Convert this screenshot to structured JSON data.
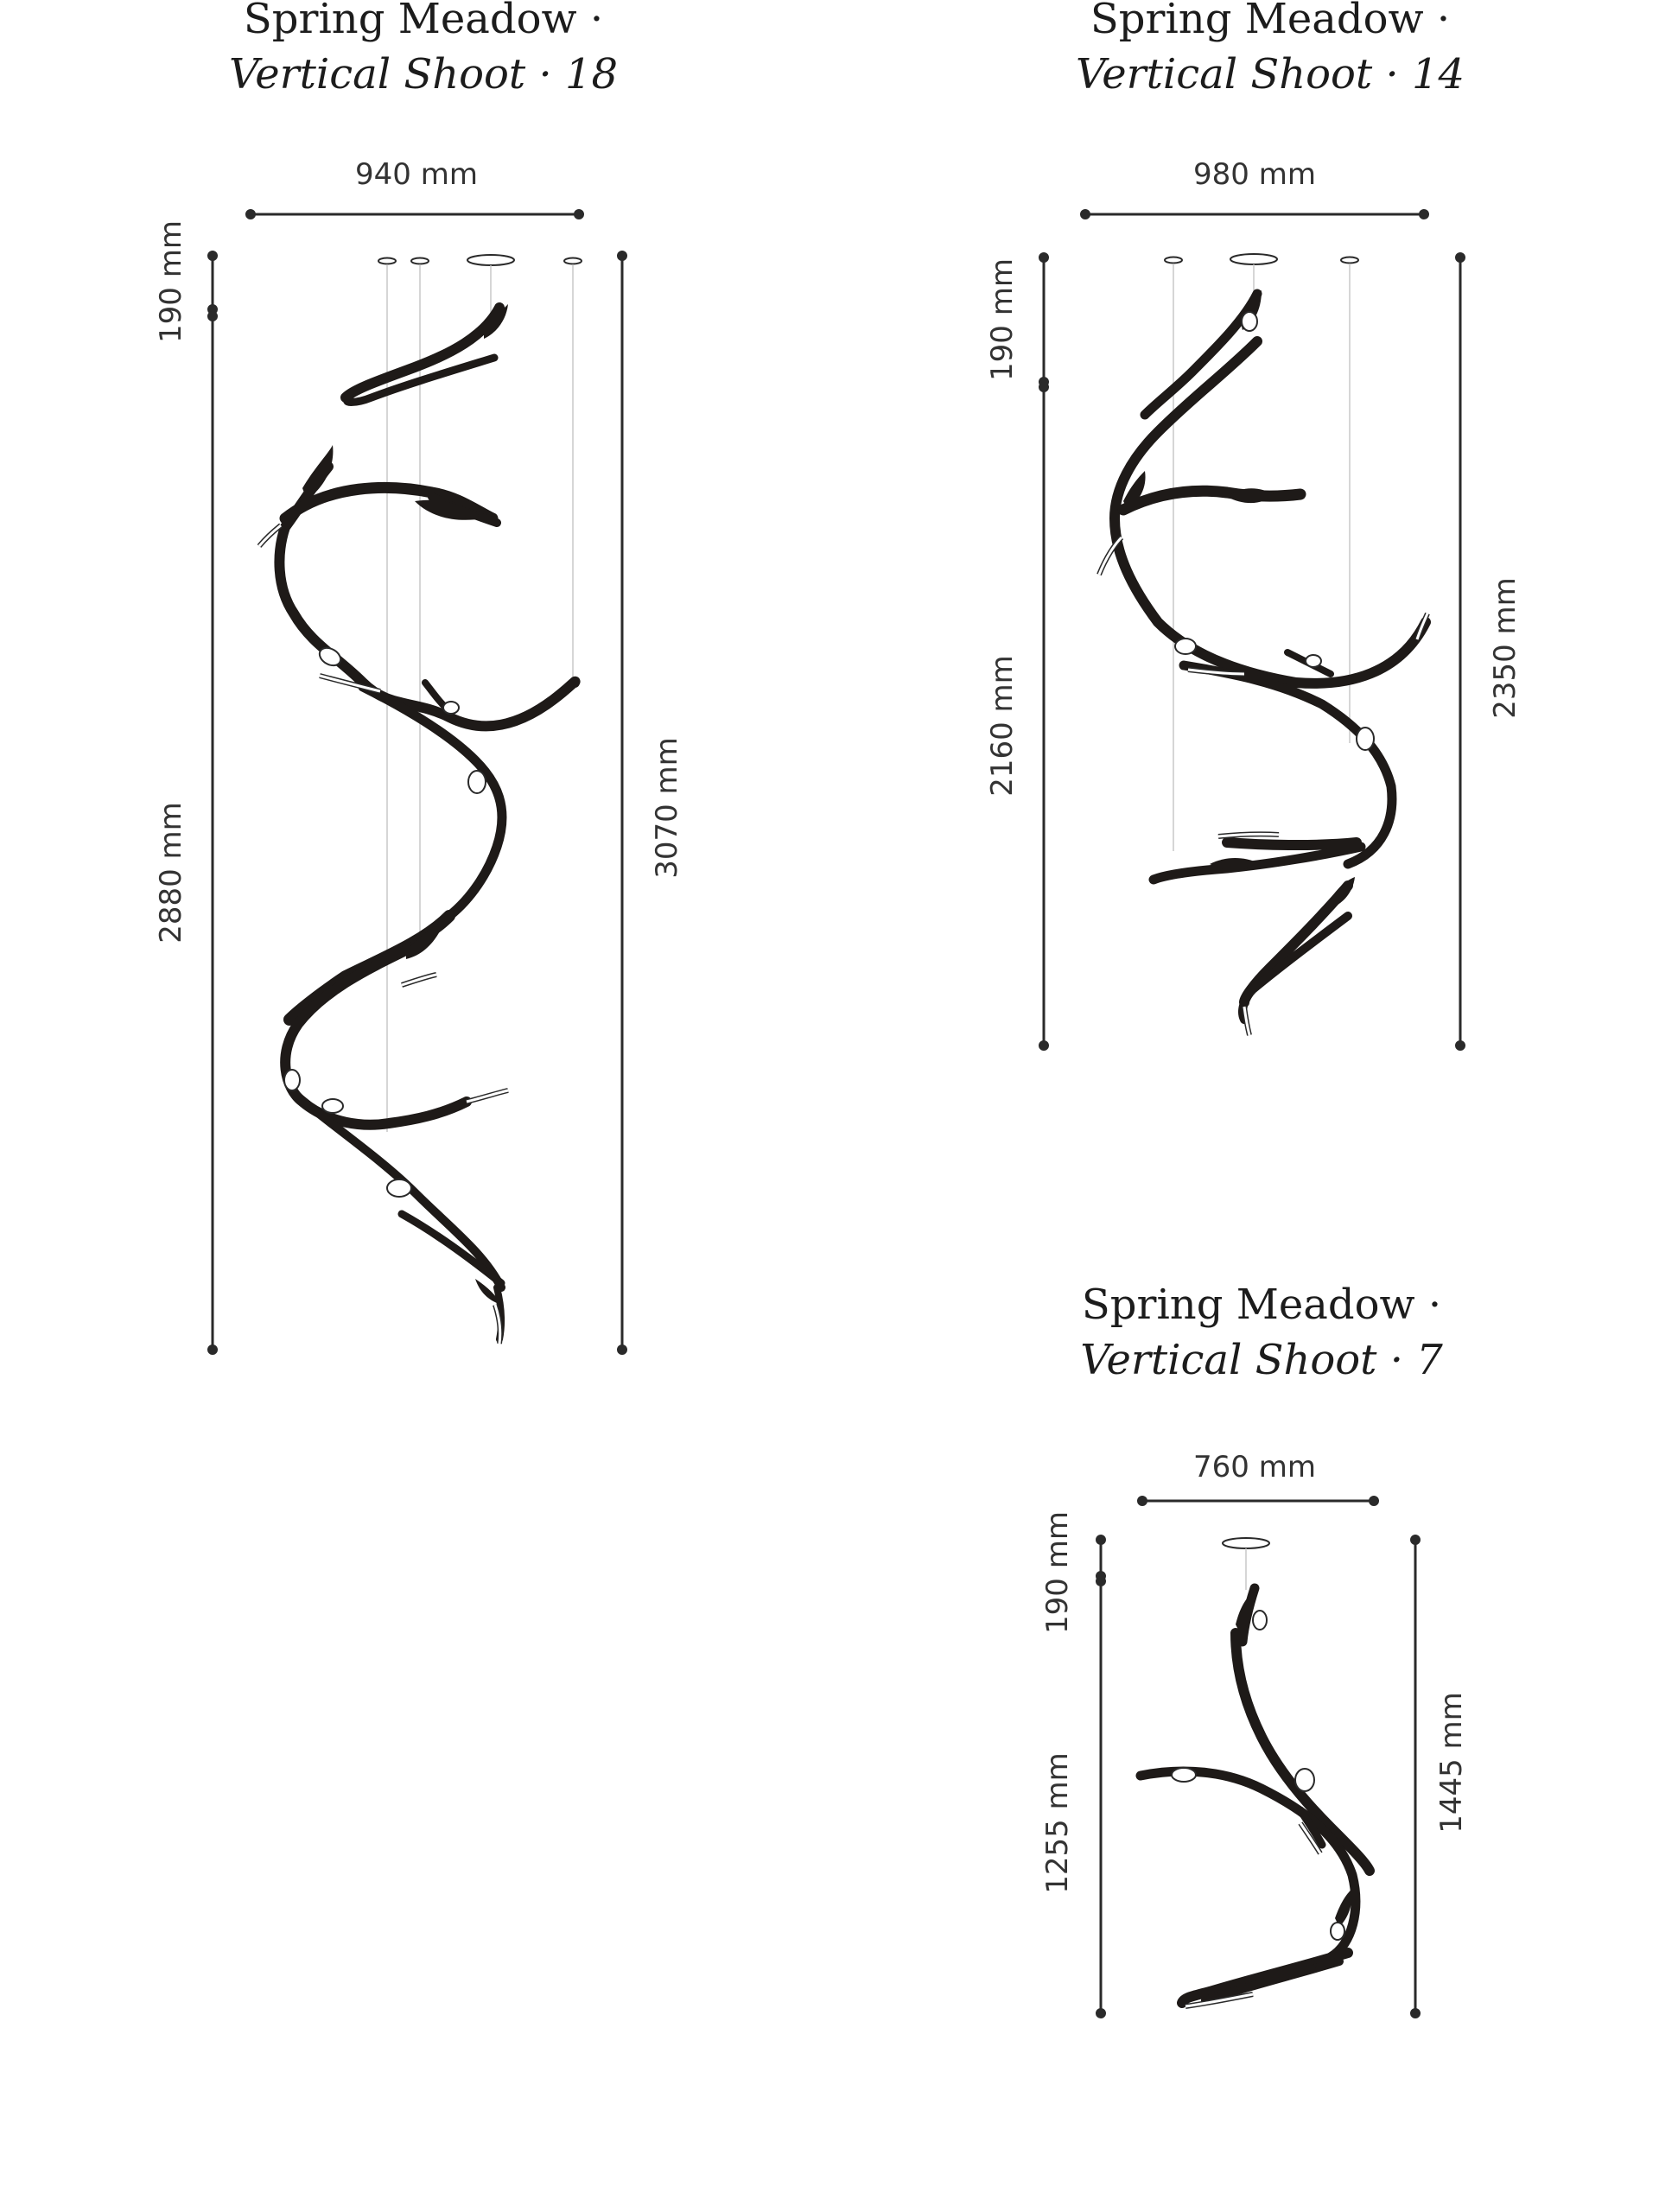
{
  "products": [
    {
      "title_line1": "Spring Meadow ·",
      "title_line2": "Vertical Shoot · 18",
      "width": "940 mm",
      "canopy_drop": "190 mm",
      "body_height": "2880 mm",
      "total_height": "3070 mm"
    },
    {
      "title_line1": "Spring Meadow ·",
      "title_line2": "Vertical Shoot · 14",
      "width": "980 mm",
      "canopy_drop": "190 mm",
      "body_height": "2160 mm",
      "total_height": "2350 mm"
    },
    {
      "title_line1": "Spring Meadow ·",
      "title_line2": "Vertical Shoot · 7",
      "width": "760 mm",
      "canopy_drop": "190 mm",
      "body_height": "1255 mm",
      "total_height": "1445 mm"
    }
  ],
  "colors": {
    "branch": "#1e1a18",
    "dimension_line": "#2a2a2a",
    "suspension_wire": "#c8c8c8",
    "text": "#1c1c1c"
  }
}
